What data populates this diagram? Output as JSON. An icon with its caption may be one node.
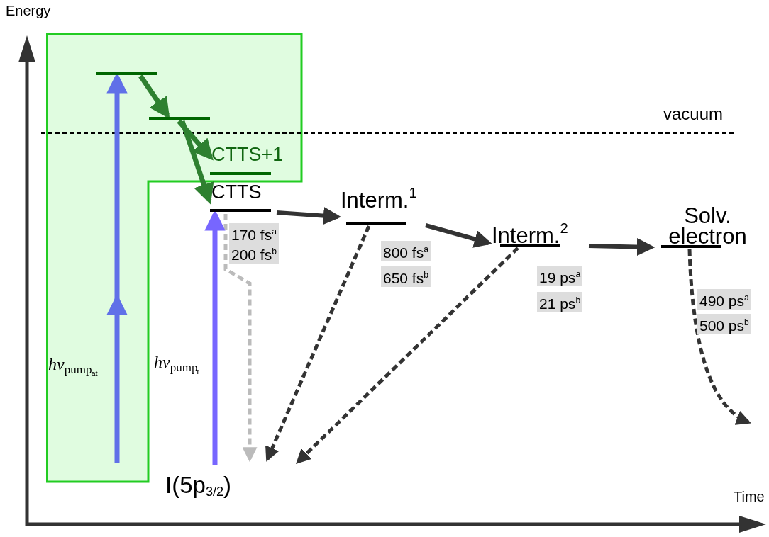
{
  "diagram": {
    "nodes": [
      {
        "text": [],
        "shape": "box"
      },
      {
        "text": [],
        "shape": "bar",
        "in": 0
      },
      {
        "text": [],
        "shape": "bar",
        "in": 0
      },
      {
        "text": [
          "CTTS+1"
        ],
        "in": 0
      },
      {
        "text": [
          "CTTS"
        ],
        "beside": [
          "170 fs$^{a}$",
          "200 fs$^{b}$"
        ]
      },
      {
        "text": [
          "Interm.$^{1}$"
        ],
        "beside": [
          "800 fs$^{a}$",
          "650 fs$^{b}$"
        ]
      },
      {
        "text": [
          "Interm.$^{2}$"
        ],
        "beside": [
          "19 ps$^{a}$",
          "21 ps$^{b}$"
        ]
      },
      {
        "text": [
          "Solv. electron"
        ],
        "beside": [
          "490 ps$^{a}$",
          "500 ps$^{b}$"
        ]
      },
      {
        "text": [
          "I(5p$_{3/2}$)"
        ]
      }
    ],
    "edges": [
      {
        "from": 1,
        "to": 2,
        "arrow": "to",
        "color": "#2e8030"
      },
      {
        "from": 2,
        "to": 3,
        "arrow": "to",
        "color": "#2e8030"
      },
      {
        "from": 2,
        "to": 4,
        "arrow": "to",
        "color": "#2e8030"
      },
      {
        "from": 4,
        "to": 5,
        "arrow": "to"
      },
      {
        "from": 5,
        "to": 6,
        "arrow": "to"
      },
      {
        "from": 6,
        "to": 7,
        "arrow": "to"
      },
      {
        "from": 4,
        "to": 8,
        "arrow": "to",
        "style": "dashed",
        "color": "#bbbbbb"
      },
      {
        "from": 5,
        "to": 8,
        "arrow": "to",
        "style": "dashed"
      },
      {
        "from": 6,
        "to": 8,
        "arrow": "to",
        "style": "dashed"
      },
      {
        "from": 7,
        "to": null,
        "arrow": "to",
        "style": "dashed"
      },
      {
        "from": null,
        "to": 1,
        "arrow": "to",
        "color": "#6070e8",
        "label": "*hν*$_{pump}$$_{at}$"
      },
      {
        "from": 8,
        "to": 4,
        "arrow": "to",
        "color": "#7766ff",
        "label": "*hν*$_{pump}$$_{r}$"
      }
    ],
    "labels": [
      "Energy",
      "vacuum",
      "Time"
    ]
  }
}
